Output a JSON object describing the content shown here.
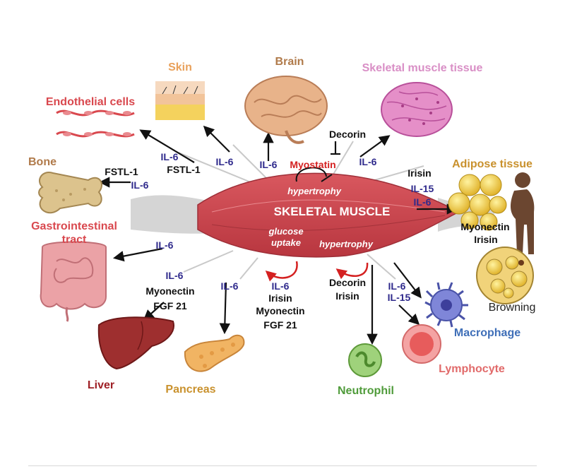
{
  "center": {
    "title": "SKELETAL MUSCLE",
    "hypertrophy_top": "hypertrophy",
    "glucose": "glucose",
    "uptake": "uptake",
    "hypertrophy_bottom": "hypertrophy"
  },
  "organs": {
    "skin": "Skin",
    "brain": "Brain",
    "skeletal_muscle_tissue": "Skeletal muscle tissue",
    "endothelial": "Endothelial cells",
    "bone": "Bone",
    "adipose": "Adipose tissue",
    "gi_line1": "Gastrointestinal",
    "gi_line2": "tract",
    "browning": "Browning",
    "macrophage": "Macrophage",
    "lymphocyte": "Lymphocyte",
    "neutrophil": "Neutrophil",
    "liver": "Liver",
    "pancreas": "Pancreas"
  },
  "molecules": {
    "il6": "IL-6",
    "il15": "IL-15",
    "fstl1": "FSTL-1",
    "myostatin": "Myostatin",
    "decorin": "Decorin",
    "irisin": "Irisin",
    "myonectin": "Myonectin",
    "fgf21": "FGF 21"
  },
  "colors": {
    "muscle": "#c8474f",
    "muscle_dark": "#9e2f38",
    "label_brown": "#b07a4a",
    "label_red": "#d9484e",
    "label_pink": "#d98fc6",
    "label_green": "#4f9b3a",
    "label_blue": "#3f6fb8",
    "label_dark_red": "#9e1f25",
    "il_blue": "#2f2a8c"
  }
}
